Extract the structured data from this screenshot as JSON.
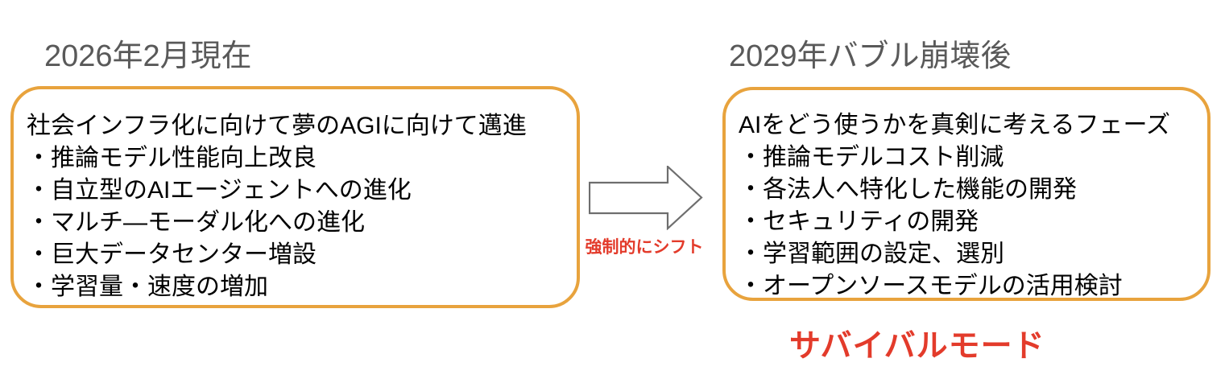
{
  "left": {
    "title": "2026年2月現在",
    "box": {
      "heading": "社会インフラ化に向けて夢のAGIに向けて邁進",
      "items": [
        "・推論モデル性能向上改良",
        "・自立型のAIエージェントへの進化",
        "・マルチ—モーダル化への進化",
        "・巨大データセンター増設",
        "・学習量・速度の増加"
      ]
    }
  },
  "arrow": {
    "label": "強制的にシフト",
    "direction": "right"
  },
  "right": {
    "title": "2029年バブル崩壊後",
    "box": {
      "heading": "AIをどう使うかを真剣に考えるフェーズ",
      "items": [
        "・推論モデルコスト削減",
        "・各法人へ特化した機能の開発",
        "・セキュリティの開発",
        "・学習範囲の設定、選別",
        "・オープンソースモデルの活用検討"
      ]
    },
    "caption": "サバイバルモード"
  },
  "colors": {
    "box_border": "#E8A33D",
    "title_text": "#595959",
    "body_text": "#000000",
    "accent_red": "#E33B2B",
    "arrow_outline": "#6E6E6E",
    "arrow_fill": "#FFFFFF",
    "background": "#FFFFFF"
  }
}
